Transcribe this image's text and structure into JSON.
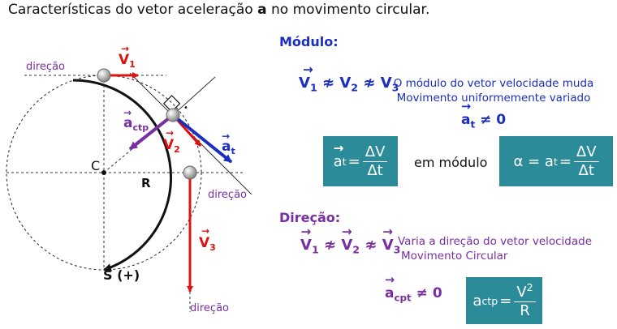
{
  "title": {
    "text": "Características do vetor aceleração",
    "vec": "a",
    "rest": "no movimento circular."
  },
  "diagram": {
    "label_direcao_top": "direção",
    "label_direcao_right": "direção",
    "label_direcao_bottom": "direção",
    "label_v": "V",
    "sub_1": "1",
    "sub_2": "2",
    "sub_3": "3",
    "label_a": "a",
    "sub_ctp": "ctp",
    "sub_t": "t",
    "label_c": "C",
    "label_r": "R",
    "label_s": "S (+)",
    "right_angle": "•"
  },
  "modulo": {
    "heading": "Módulo:",
    "v": "V",
    "neq": "≉",
    "s1": "1",
    "s2": "2",
    "s3": "3",
    "line1": "O módulo do vetor velocidade muda",
    "line2": "Movimento uniformemente variado",
    "at_a": "a",
    "at_t": "t",
    "at_neq": "≠ 0",
    "box1_a": "a",
    "box1_t": "t",
    "box1_eq": "=",
    "box1_num": "ΔV",
    "box1_den": "Δt",
    "mid": "em módulo",
    "box2_alpha": "α = a",
    "box2_t": "t",
    "box2_eq": "=",
    "box2_num": "ΔV",
    "box2_den": "Δt"
  },
  "direcao": {
    "heading": "Direção:",
    "v": "V",
    "neq": "≉",
    "s1": "1",
    "s2": "2",
    "s3": "3",
    "line1": "Varia a direção do vetor velocidade",
    "line2": "Movimento Circular",
    "acpt_a": "a",
    "acpt_sub": "cpt",
    "acpt_neq": "≠ 0",
    "box3_a": "a",
    "box3_sub": "ctp",
    "box3_eq": "=",
    "box3_num": "V",
    "box3_sup": "2",
    "box3_den": "R"
  },
  "colors": {
    "blue": "#1a2fbf",
    "purple": "#7a2fa0",
    "red": "#e01010",
    "box": "#2b8b98"
  }
}
